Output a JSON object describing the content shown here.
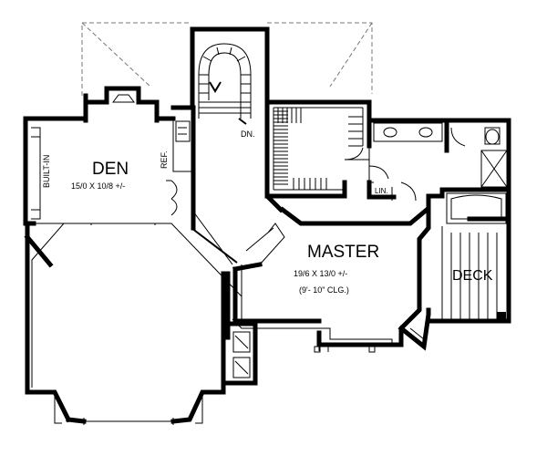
{
  "rooms": {
    "den": {
      "name": "DEN",
      "dimensions": "15/0 X 10/8 +/-"
    },
    "master": {
      "name": "MASTER",
      "dimensions": "19/6 X 13/0 +/-",
      "ceiling": "(9'- 10\" CLG.)"
    },
    "deck": {
      "name": "DECK"
    }
  },
  "labels": {
    "built_in": "BUILT-IN",
    "ref": "REF.",
    "stair_down": "DN.",
    "linen": "LIN."
  }
}
